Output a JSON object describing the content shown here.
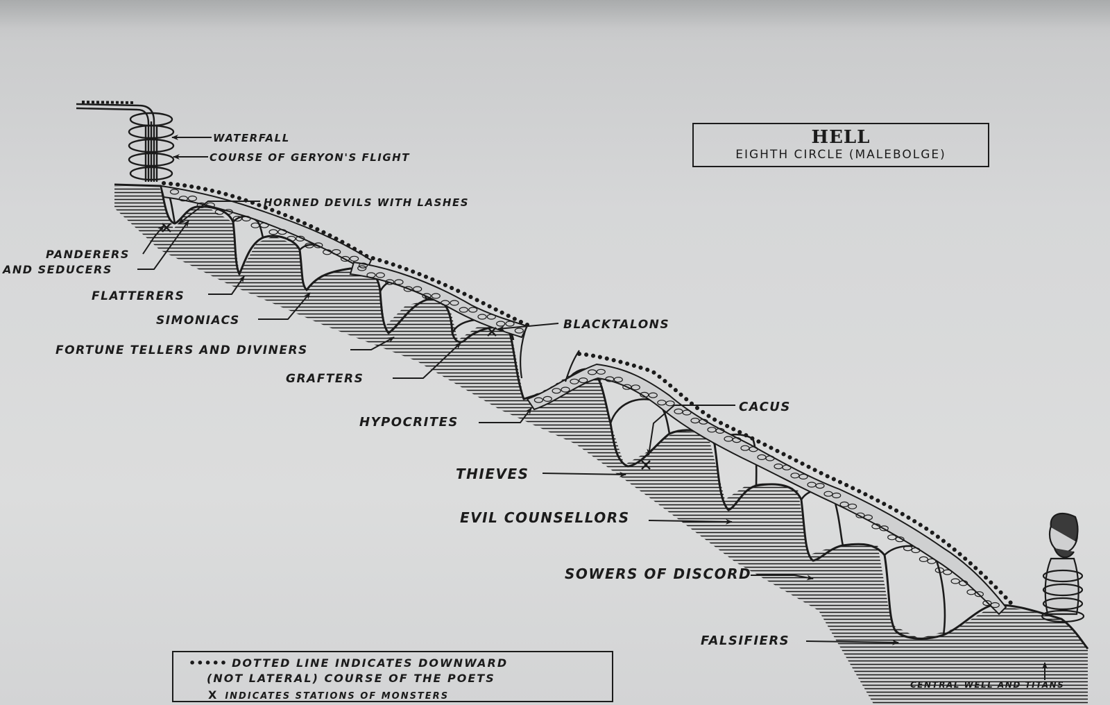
{
  "title": {
    "main": "HELL",
    "sub": "EIGHTH CIRCLE (MALEBOLGE)"
  },
  "labels": {
    "waterfall": "WATERFALL",
    "geryon": "COURSE OF GERYON'S FLIGHT",
    "horned_devils": "HORNED DEVILS WITH LASHES",
    "panderers_1": "PANDERERS",
    "panderers_2": "AND SEDUCERS",
    "flatterers": "FLATTERERS",
    "simoniacs": "SIMONIACS",
    "fortune_tellers": "FORTUNE TELLERS AND DIVINERS",
    "grafters": "GRAFTERS",
    "blacktalons": "BLACKTALONS",
    "hypocrites": "HYPOCRITES",
    "cacus": "CACUS",
    "thieves": "THIEVES",
    "evil_counsellors": "EVIL COUNSELLORS",
    "sowers": "SOWERS OF DISCORD",
    "falsifiers": "FALSIFIERS",
    "central_well": "CENTRAL WELL AND TITANS"
  },
  "legend": {
    "dots_glyph": "•••••",
    "line1": "DOTTED LINE INDICATES DOWNWARD",
    "line2": "(NOT LATERAL) COURSE OF THE POETS",
    "x_glyph": "X",
    "line3": "INDICATES STATIONS OF MONSTERS"
  },
  "colors": {
    "ink": "#1b1b1b",
    "paper": "#d8d9da"
  }
}
